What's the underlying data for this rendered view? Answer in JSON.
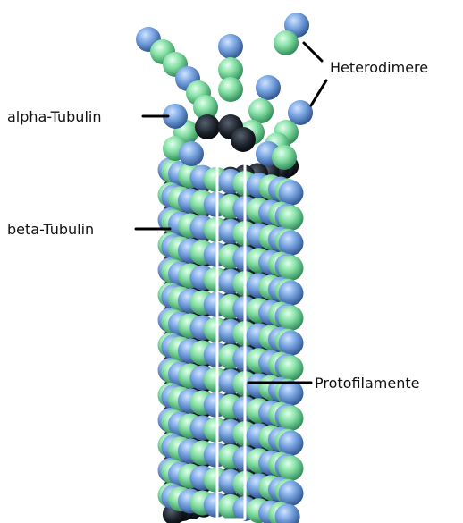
{
  "labels": {
    "heterodimere": "Heterodimere",
    "alpha_tubulin": "alpha-Tubulin",
    "beta_tubulin": "beta-Tubulin",
    "protofilamente": "Protofilamente"
  },
  "colors": {
    "alpha_subunit": "#6d9fdf",
    "beta_subunit": "#84e4a4",
    "shadow": "#141a22",
    "label_text": "#111111",
    "leader_line": "#000000",
    "protofilament_outline": "#ffffff"
  }
}
